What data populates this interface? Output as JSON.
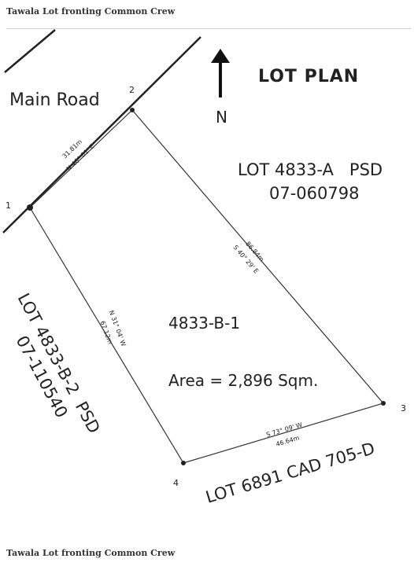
{
  "header": {
    "caption": "Tawala Lot fronting Common Crew"
  },
  "footer": {
    "caption": "Tawala Lot fronting Common Crew"
  },
  "plan": {
    "title": "LOT PLAN",
    "north_label": "N",
    "road_label": "Main Road",
    "lot_id": "4833-B-1",
    "area": "Area = 2,896 Sqm.",
    "neighbors": {
      "lot_a_line1": "LOT 4833-A   PSD",
      "lot_a_line2": "07-060798",
      "lot_b2_line1": "LOT 4833-B-2  PSD",
      "lot_b2_line2": "07-110540",
      "lot_6891": "LOT 6891 CAD 705-D"
    },
    "corners": [
      "1",
      "2",
      "3",
      "4"
    ],
    "boundaries": [
      {
        "from": "1",
        "to": "2",
        "distance": "31.81m",
        "bearing": "N 46° 01' E"
      },
      {
        "from": "2",
        "to": "3",
        "distance": "86.84m",
        "bearing": "S 40° 29' E"
      },
      {
        "from": "3",
        "to": "4",
        "distance": "46.64m",
        "bearing": "S 73° 09' W"
      },
      {
        "from": "4",
        "to": "1",
        "distance": "67.12m",
        "bearing": "N 31° 04' W"
      }
    ]
  }
}
